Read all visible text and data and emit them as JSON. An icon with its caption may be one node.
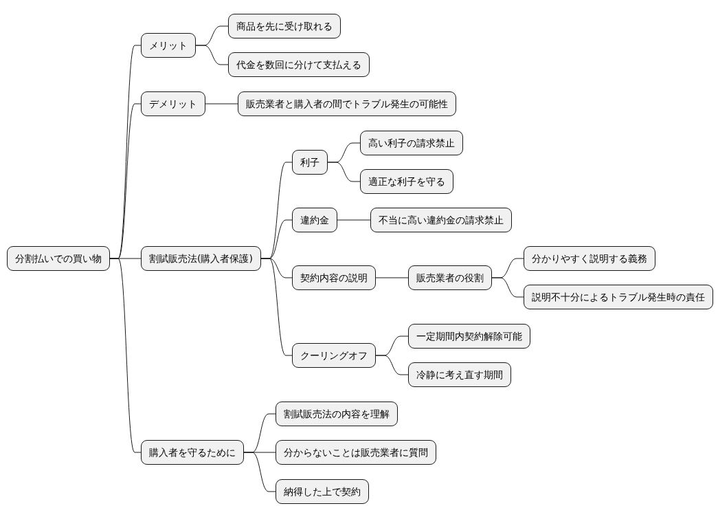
{
  "diagram": {
    "nodes": [
      {
        "text": [
          "分割払いでの買い物"
        ]
      },
      {
        "text": [
          "メリット"
        ]
      },
      {
        "text": [
          "商品を先に受け取れる"
        ]
      },
      {
        "text": [
          "代金を数回に分けて支払える"
        ]
      },
      {
        "text": [
          "デメリット"
        ]
      },
      {
        "text": [
          "販売業者と購入者の間でトラブル発生の可能性"
        ]
      },
      {
        "text": [
          "割賦販売法(購入者保護)"
        ]
      },
      {
        "text": [
          "利子"
        ]
      },
      {
        "text": [
          "高い利子の請求禁止"
        ]
      },
      {
        "text": [
          "適正な利子を守る"
        ]
      },
      {
        "text": [
          "違約金"
        ]
      },
      {
        "text": [
          "不当に高い違約金の請求禁止"
        ]
      },
      {
        "text": [
          "契約内容の説明"
        ]
      },
      {
        "text": [
          "販売業者の役割"
        ]
      },
      {
        "text": [
          "分かりやすく説明する義務"
        ]
      },
      {
        "text": [
          "説明不十分によるトラブル発生時の責任"
        ]
      },
      {
        "text": [
          "クーリングオフ"
        ]
      },
      {
        "text": [
          "一定期間内契約解除可能"
        ]
      },
      {
        "text": [
          "冷静に考え直す期間"
        ]
      },
      {
        "text": [
          "購入者を守るために"
        ]
      },
      {
        "text": [
          "割賦販売法の内容を理解"
        ]
      },
      {
        "text": [
          "分からないことは販売業者に質問"
        ]
      },
      {
        "text": [
          "納得した上で契約"
        ]
      }
    ],
    "edges": [
      {
        "from": 0,
        "to": 1,
        "arrow": "none"
      },
      {
        "from": 1,
        "to": 2,
        "arrow": "none"
      },
      {
        "from": 1,
        "to": 3,
        "arrow": "none"
      },
      {
        "from": 0,
        "to": 4,
        "arrow": "none"
      },
      {
        "from": 4,
        "to": 5,
        "arrow": "none"
      },
      {
        "from": 0,
        "to": 6,
        "arrow": "none"
      },
      {
        "from": 6,
        "to": 7,
        "arrow": "none"
      },
      {
        "from": 7,
        "to": 8,
        "arrow": "none"
      },
      {
        "from": 7,
        "to": 9,
        "arrow": "none"
      },
      {
        "from": 6,
        "to": 10,
        "arrow": "none"
      },
      {
        "from": 10,
        "to": 11,
        "arrow": "none"
      },
      {
        "from": 6,
        "to": 12,
        "arrow": "none"
      },
      {
        "from": 12,
        "to": 13,
        "arrow": "none"
      },
      {
        "from": 13,
        "to": 14,
        "arrow": "none"
      },
      {
        "from": 13,
        "to": 15,
        "arrow": "none"
      },
      {
        "from": 6,
        "to": 16,
        "arrow": "none"
      },
      {
        "from": 16,
        "to": 17,
        "arrow": "none"
      },
      {
        "from": 16,
        "to": 18,
        "arrow": "none"
      },
      {
        "from": 0,
        "to": 19,
        "arrow": "none"
      },
      {
        "from": 19,
        "to": 20,
        "arrow": "none"
      },
      {
        "from": 19,
        "to": 21,
        "arrow": "none"
      },
      {
        "from": 19,
        "to": 22,
        "arrow": "none"
      }
    ]
  }
}
